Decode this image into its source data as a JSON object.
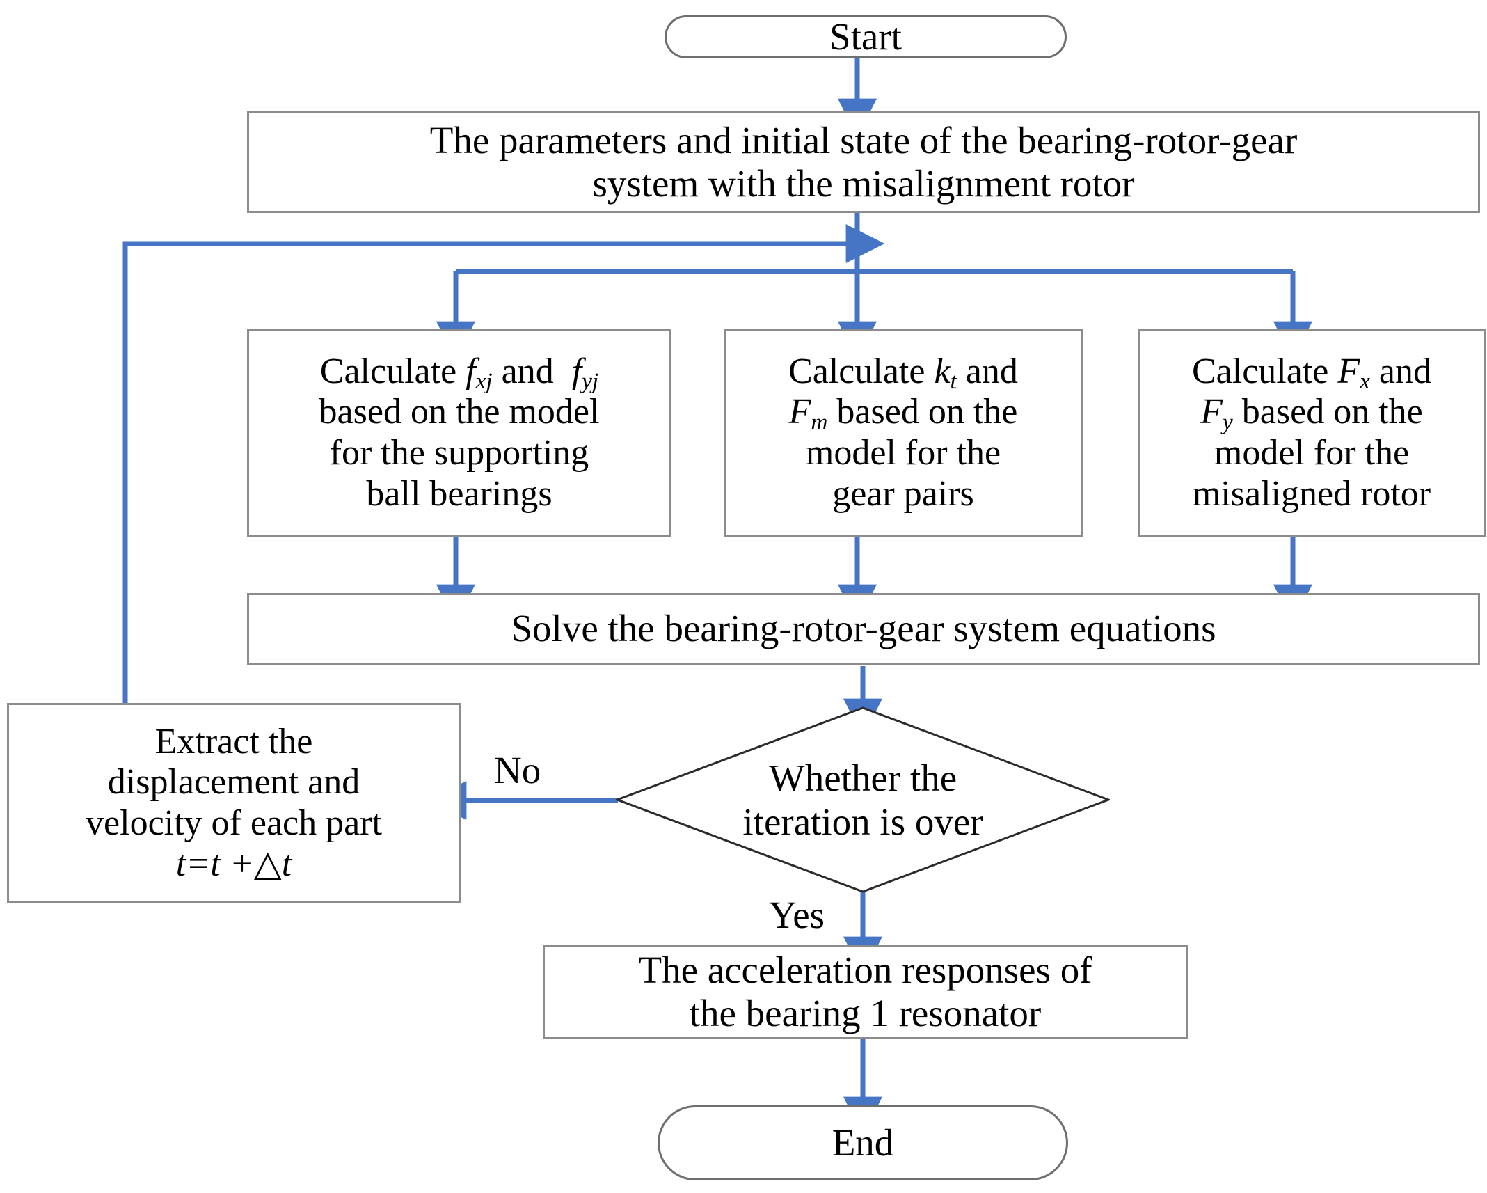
{
  "diagram": {
    "title": "Bearing-rotor-gear system simulation flowchart",
    "accent_color": "#4575c4",
    "box_border_color": "#8c8c8c",
    "text_color": "#000000",
    "background_color": "#ffffff"
  },
  "nodes": {
    "start": {
      "label": "Start",
      "shape": "terminator"
    },
    "parameters": {
      "line1": "The parameters and initial state of the bearing-rotor-gear",
      "line2": "system with the misalignment rotor",
      "shape": "process"
    },
    "calc_bearing": {
      "prefix": "Calculate",
      "sym1_base": "f",
      "sym1_sub": "xj",
      "conj": "and",
      "sym2_base": "f",
      "sym2_sub": "yj",
      "line2": "based on the model",
      "line3": "for the supporting",
      "line4": "ball bearings",
      "shape": "process"
    },
    "calc_gear": {
      "prefix": "Calculate",
      "sym1_base": "k",
      "sym1_sub": "t",
      "conj": "and",
      "sym2_base": "F",
      "sym2_sub": "m",
      "line2_rest": "based on the",
      "line3": "model for the",
      "line4": "gear pairs",
      "shape": "process"
    },
    "calc_rotor": {
      "prefix": "Calculate",
      "sym1_base": "F",
      "sym1_sub": "x",
      "conj": "and",
      "sym2_base": "F",
      "sym2_sub": "y",
      "line2_rest": "based on the",
      "line3": "model for the",
      "line4": "misaligned rotor",
      "shape": "process"
    },
    "solve": {
      "label": "Solve the bearing-rotor-gear system equations",
      "shape": "process"
    },
    "decision": {
      "line1": "Whether the",
      "line2": "iteration is over",
      "shape": "decision"
    },
    "extract": {
      "line1": "Extract the",
      "line2": "displacement and",
      "line3": "velocity of each part",
      "formula": "t=t +△t",
      "shape": "process"
    },
    "acceleration": {
      "line1": "The acceleration responses of",
      "line2": "the bearing 1 resonator",
      "shape": "process"
    },
    "end": {
      "label": "End",
      "shape": "terminator"
    }
  },
  "edge_labels": {
    "no": "No",
    "yes": "Yes"
  }
}
